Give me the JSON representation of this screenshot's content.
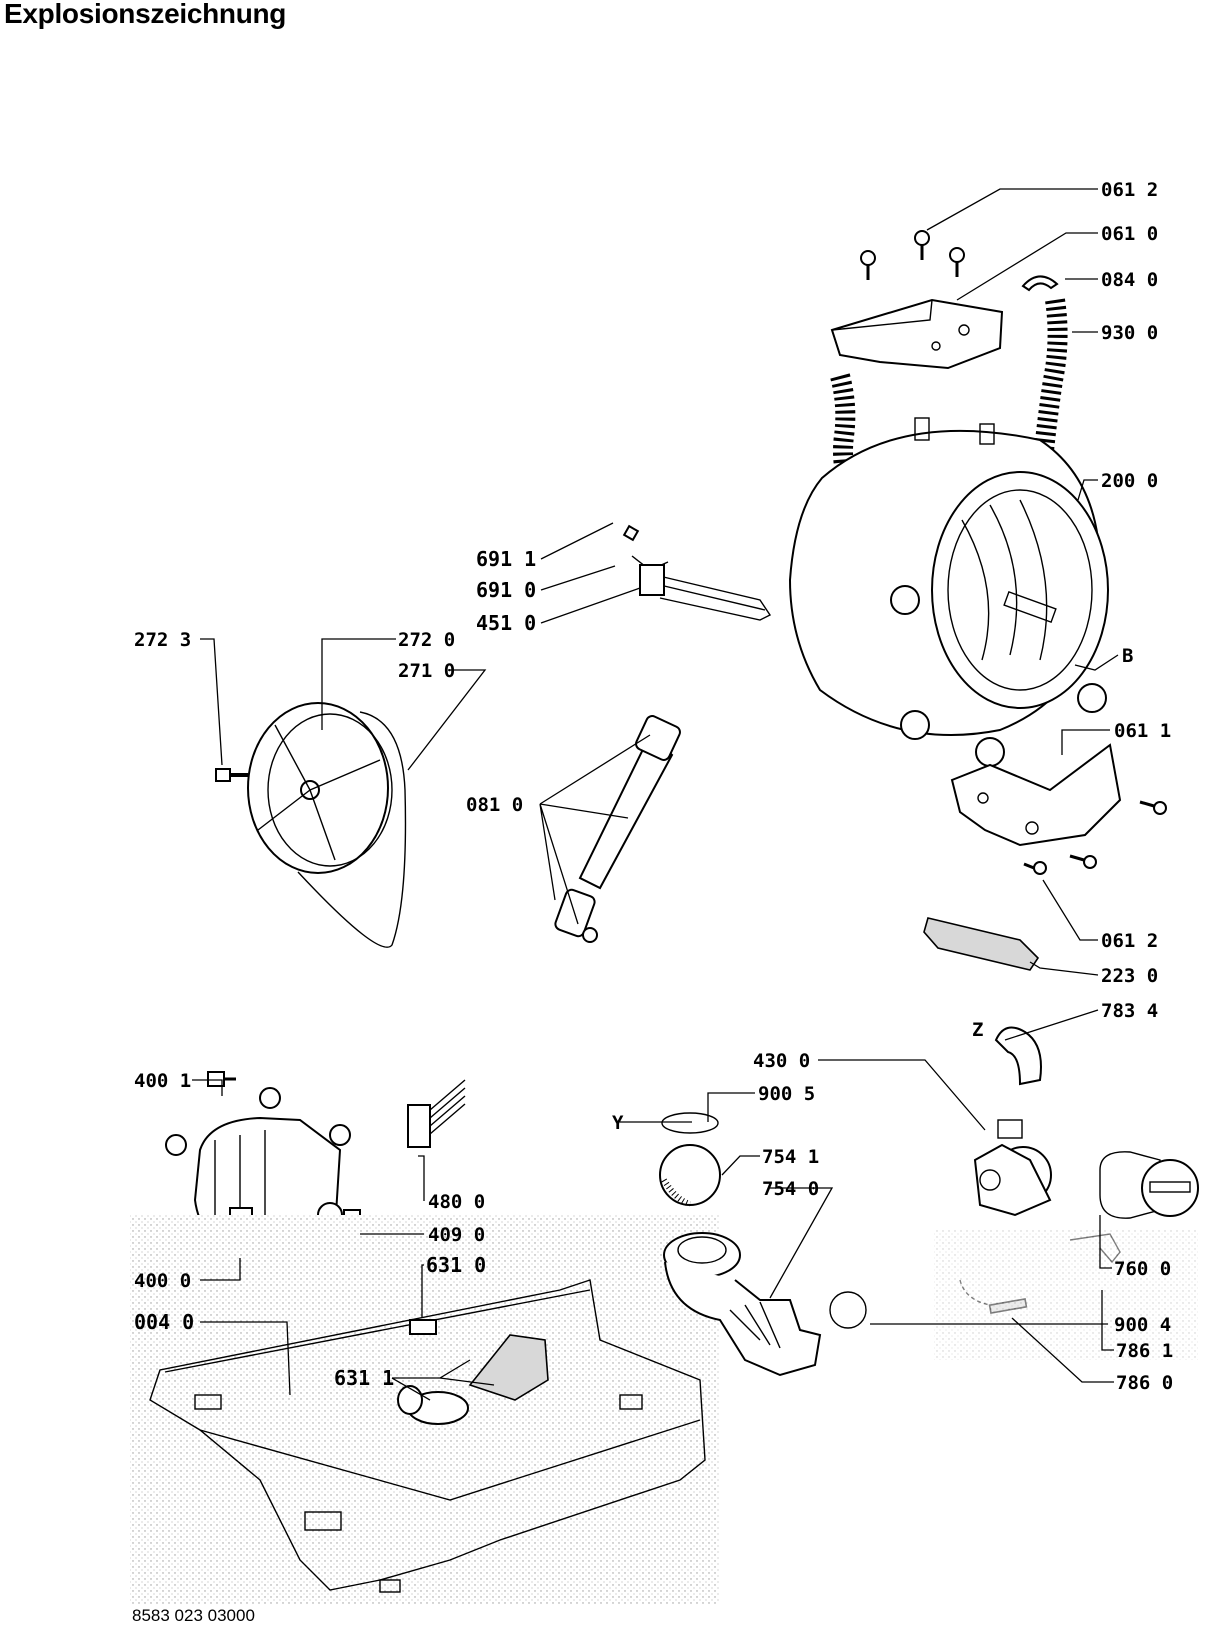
{
  "title": "Explosionszeichnung",
  "footer": "8583 023 03000",
  "callouts": {
    "c0612a": "061 2",
    "c0610": "061 0",
    "c0840": "084 0",
    "c9300": "930 0",
    "c2000": "200 0",
    "cB": "B",
    "c0611": "061 1",
    "c0612b": "061 2",
    "c2230": "223 0",
    "c7834": "783 4",
    "cZ": "Z",
    "c6911": "691 1",
    "c6910": "691 0",
    "c4510": "451 0",
    "c2723": "272 3",
    "c2720": "272 0",
    "c2710": "271 0",
    "c0810": "081 0",
    "c4001": "400 1",
    "c4800": "480 0",
    "c4090": "409 0",
    "c4000": "400 0",
    "c6310": "631 0",
    "c0040": "004 0",
    "c6311": "631 1",
    "c4300": "430 0",
    "c9005": "900 5",
    "cY": "Y",
    "c7541": "754 1",
    "c7540": "754 0",
    "c7600": "760 0",
    "c9004": "900 4",
    "c7861": "786 1",
    "c7860": "786 0"
  }
}
